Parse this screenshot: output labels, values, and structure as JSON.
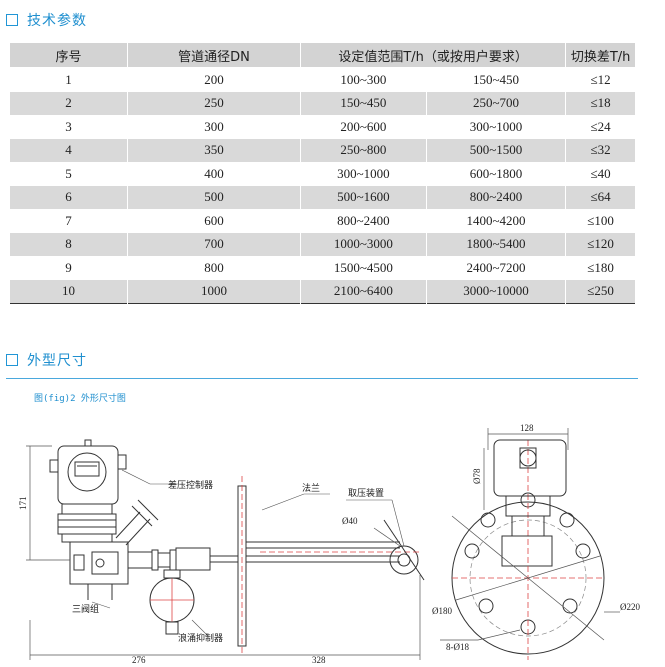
{
  "section1": {
    "title": "技术参数"
  },
  "table": {
    "headers": [
      "序号",
      "管道通径DN",
      "设定值范围T/h（或按用户要求）",
      "切换差T/h"
    ],
    "rows": [
      [
        "1",
        "200",
        "100~300",
        "150~450",
        "≤12"
      ],
      [
        "2",
        "250",
        "150~450",
        "250~700",
        "≤18"
      ],
      [
        "3",
        "300",
        "200~600",
        "300~1000",
        "≤24"
      ],
      [
        "4",
        "350",
        "250~800",
        "500~1500",
        "≤32"
      ],
      [
        "5",
        "400",
        "300~1000",
        "600~1800",
        "≤40"
      ],
      [
        "6",
        "500",
        "500~1600",
        "800~2400",
        "≤64"
      ],
      [
        "7",
        "600",
        "800~2400",
        "1400~4200",
        "≤100"
      ],
      [
        "8",
        "700",
        "1000~3000",
        "1800~5400",
        "≤120"
      ],
      [
        "9",
        "800",
        "1500~4500",
        "2400~7200",
        "≤180"
      ],
      [
        "10",
        "1000",
        "2100~6400",
        "3000~10000",
        "≤250"
      ]
    ]
  },
  "section2": {
    "title": "外型尺寸"
  },
  "figure": {
    "caption": "图(fig)2  外形尺寸图",
    "labels": {
      "controller": "差压控制器",
      "flange": "法兰",
      "pressure_device": "取压装置",
      "valve_group": "三阀组",
      "surge_suppressor": "浪涌抑制器",
      "dim_171": "171",
      "dim_276": "276",
      "dim_328": "328",
      "dim_phi40": "Ø40",
      "dim_128": "128",
      "dim_phi78": "Ø78",
      "dim_phi180": "Ø180",
      "dim_phi220": "Ø220",
      "dim_holes": "8-Ø18"
    }
  }
}
